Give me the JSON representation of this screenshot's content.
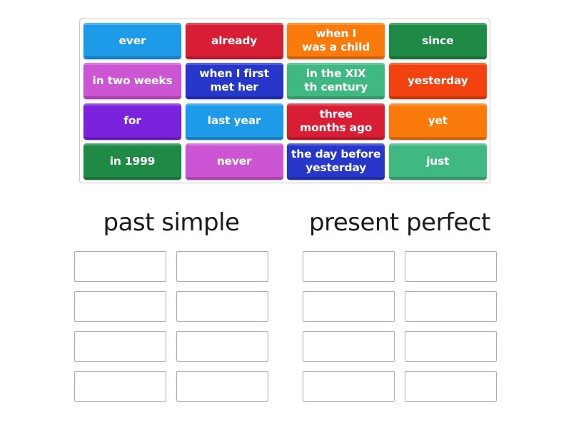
{
  "activity": {
    "type": "group-sort",
    "tiles": [
      {
        "label": "ever",
        "color": "#1e9be8"
      },
      {
        "label": "already",
        "color": "#d81e35"
      },
      {
        "label": "when I\nwas a child",
        "color": "#fb7a0c"
      },
      {
        "label": "since",
        "color": "#1f8a46"
      },
      {
        "label": "in two weeks",
        "color": "#cc55d4"
      },
      {
        "label": "when I first\nmet her",
        "color": "#2637c9"
      },
      {
        "label": "in the XIX\nth century",
        "color": "#40b882"
      },
      {
        "label": "yesterday",
        "color": "#f1420f"
      },
      {
        "label": "for",
        "color": "#7a22de"
      },
      {
        "label": "last year",
        "color": "#1e9be8"
      },
      {
        "label": "three\nmonths ago",
        "color": "#d81e35"
      },
      {
        "label": "yet",
        "color": "#fb7a0c"
      },
      {
        "label": "in 1999",
        "color": "#1f8a46"
      },
      {
        "label": "never",
        "color": "#cc55d4"
      },
      {
        "label": "the day before\nyesterday",
        "color": "#2637c9"
      },
      {
        "label": "just",
        "color": "#40b882"
      }
    ],
    "groups": [
      {
        "title": "past simple",
        "slots": 8
      },
      {
        "title": "present perfect",
        "slots": 8
      }
    ]
  }
}
